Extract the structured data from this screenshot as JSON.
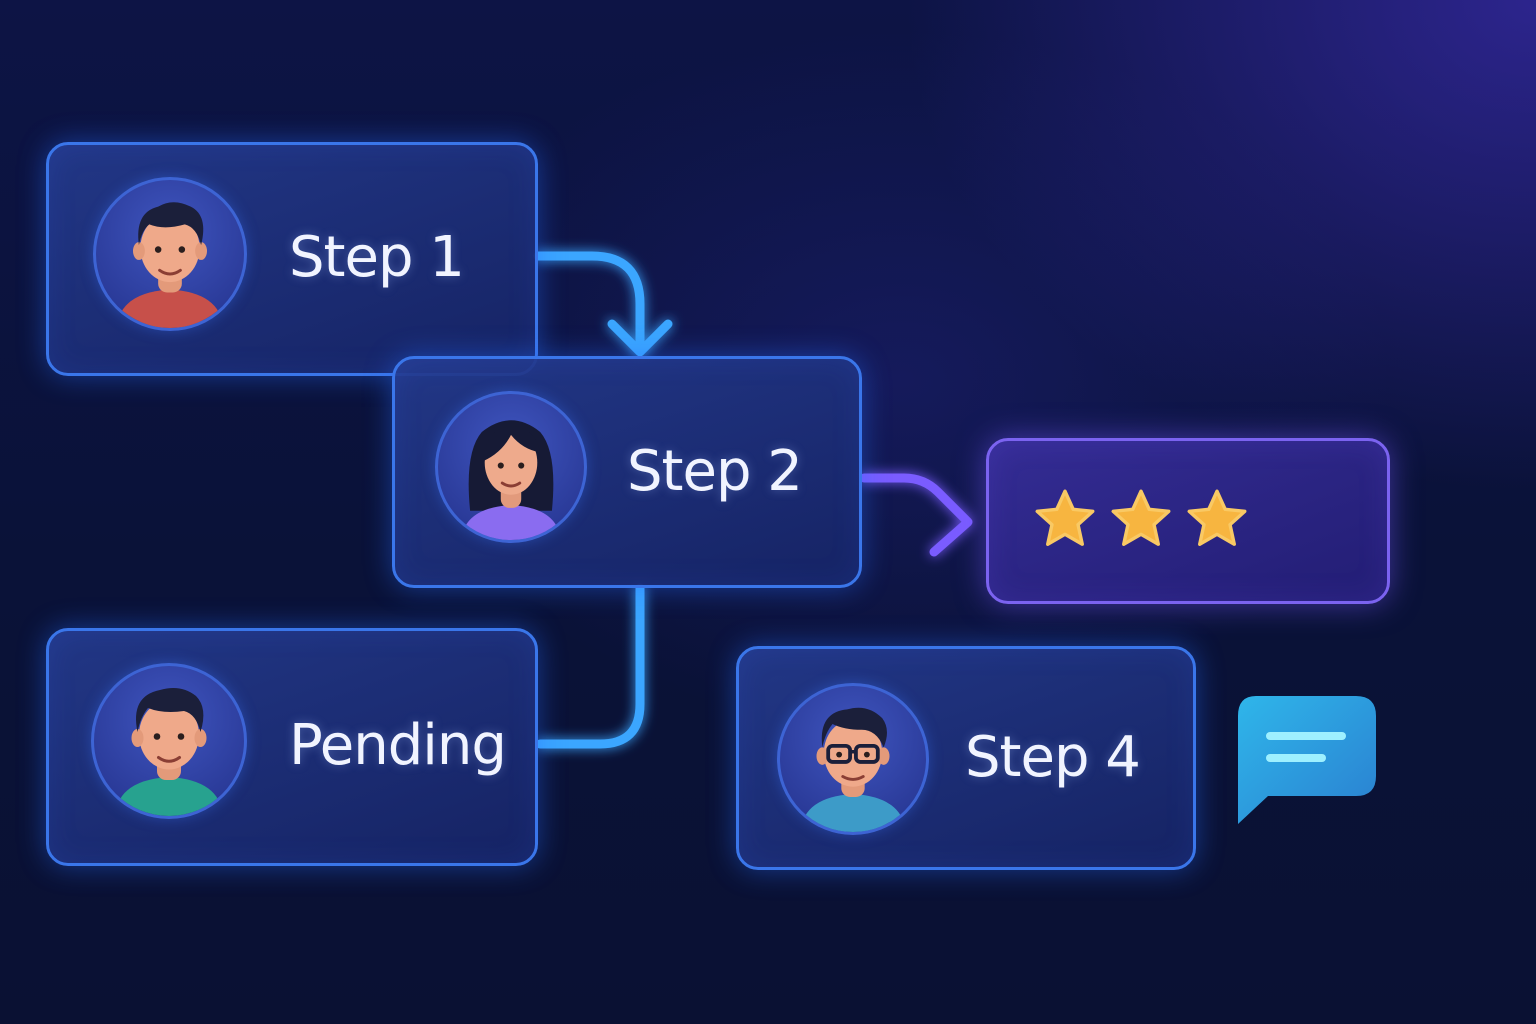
{
  "steps": {
    "step1": {
      "label": "Step 1"
    },
    "step2": {
      "label": "Step 2"
    },
    "pending": {
      "label": "Pending"
    },
    "step4": {
      "label": "Step 4"
    }
  },
  "rating": {
    "stars": 3,
    "max": 3
  },
  "icons": {
    "avatar1": "man-avatar-icon",
    "avatar2": "woman-avatar-icon",
    "avatar3": "man-avatar-icon",
    "avatar4": "man-glasses-avatar-icon",
    "rating": "star-icon",
    "message": "chat-bubble-icon"
  },
  "colors": {
    "background": "#0c1440",
    "card_border": "#3a76ea",
    "card_border_purple": "#7b63f0",
    "connector_blue": "#3aa6ff",
    "connector_purple": "#7a5cff",
    "star": "#f7b540",
    "chat": "#2ab0e6"
  }
}
